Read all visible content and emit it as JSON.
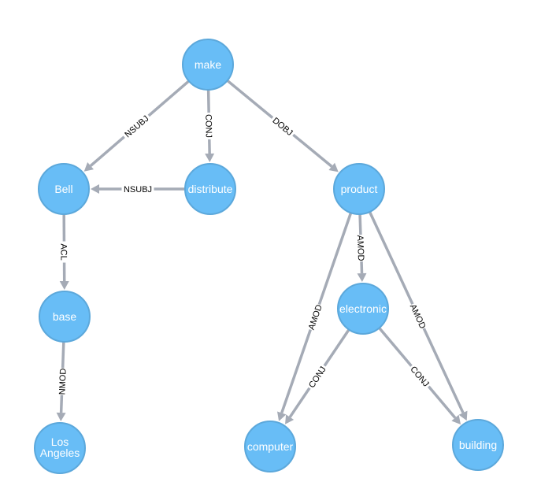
{
  "colors": {
    "node_fill": "#68bdf6",
    "node_stroke": "#5ca8db",
    "edge": "#a5abb6",
    "node_text": "#ffffff",
    "edge_text": "#000000"
  },
  "graph": {
    "nodes": [
      {
        "id": "make",
        "label": "make"
      },
      {
        "id": "bell",
        "label": "Bell"
      },
      {
        "id": "distribute",
        "label": "distribute"
      },
      {
        "id": "product",
        "label": "product"
      },
      {
        "id": "base",
        "label": "base"
      },
      {
        "id": "electronic",
        "label": "electronic"
      },
      {
        "id": "los_angeles",
        "label": "Los Angeles"
      },
      {
        "id": "computer",
        "label": "computer"
      },
      {
        "id": "building",
        "label": "building"
      }
    ],
    "edges": [
      {
        "from": "make",
        "to": "bell",
        "label": "NSUBJ"
      },
      {
        "from": "make",
        "to": "distribute",
        "label": "CONJ"
      },
      {
        "from": "make",
        "to": "product",
        "label": "DOBJ"
      },
      {
        "from": "distribute",
        "to": "bell",
        "label": "NSUBJ"
      },
      {
        "from": "bell",
        "to": "base",
        "label": "ACL"
      },
      {
        "from": "base",
        "to": "los_angeles",
        "label": "NMOD"
      },
      {
        "from": "product",
        "to": "electronic",
        "label": "AMOD"
      },
      {
        "from": "product",
        "to": "computer",
        "label": "AMOD"
      },
      {
        "from": "product",
        "to": "building",
        "label": "AMOD"
      },
      {
        "from": "electronic",
        "to": "computer",
        "label": "CONJ"
      },
      {
        "from": "electronic",
        "to": "building",
        "label": "CONJ"
      }
    ]
  }
}
